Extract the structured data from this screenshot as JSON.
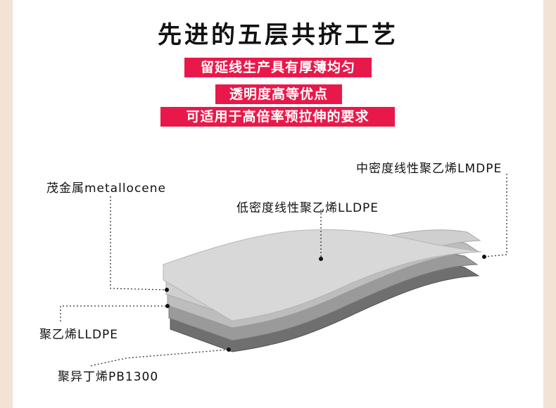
{
  "title": "先进的五层共挤工艺",
  "banners": [
    "留延线生产具有厚薄均匀",
    "透明度高等优点",
    "可适用于高倍率预拉伸的要求"
  ],
  "labels": {
    "mdpe": "中密度线性聚乙烯LMDPE",
    "metallocene": "茂金属metallocene",
    "lldpe_top": "低密度线性聚乙烯LLDPE",
    "lldpe_bottom": "聚乙烯LLDPE",
    "pb": "聚异丁烯PB1300"
  },
  "colors": {
    "banner": "#e8194a",
    "background": "#f3e3d4",
    "layer_light": "#d4d4d4",
    "layer_dark": "#6e6e6e"
  }
}
